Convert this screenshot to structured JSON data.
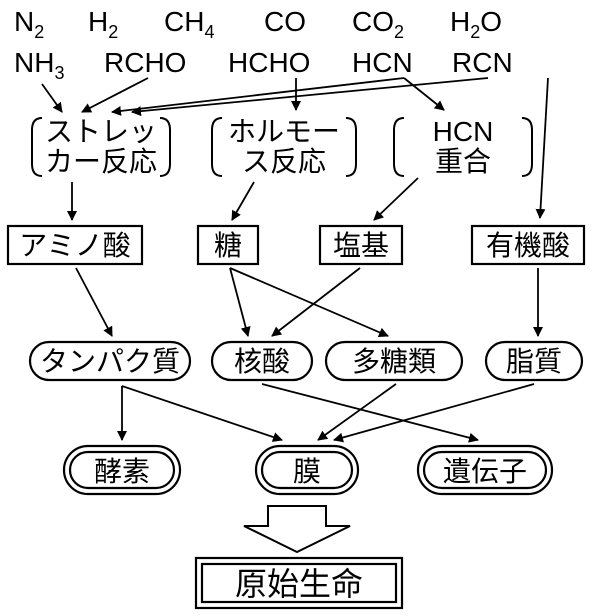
{
  "molecules": {
    "n2": {
      "base": "N",
      "sub": "2"
    },
    "h2": {
      "base": "H",
      "sub": "2"
    },
    "ch4": {
      "base": "CH",
      "sub": "4"
    },
    "co": "CO",
    "co2": {
      "base": "CO",
      "sub": "2"
    },
    "h2o": {
      "base": "H",
      "sub": "2",
      "tail": "O"
    },
    "nh3": {
      "base": "NH",
      "sub": "3"
    },
    "rcho": "RCHO",
    "hcho": "HCHO",
    "hcn": "HCN",
    "rcn": "RCN"
  },
  "reactions": {
    "strecker": [
      "ストレッ",
      "カー反応"
    ],
    "formose": [
      "ホルモー",
      "ス反応"
    ],
    "hcn_polymer": [
      "HCN",
      "重合"
    ]
  },
  "building_blocks": {
    "amino_acid": "アミノ酸",
    "sugar": "糖",
    "base": "塩基",
    "organic_acid": "有機酸"
  },
  "polymers": {
    "protein": "タンパク質",
    "nucleic_acid": "核酸",
    "polysaccharide": "多糖類",
    "lipid": "脂質"
  },
  "functions": {
    "enzyme": "酵素",
    "membrane": "膜",
    "gene": "遺伝子"
  },
  "result": "原始生命"
}
